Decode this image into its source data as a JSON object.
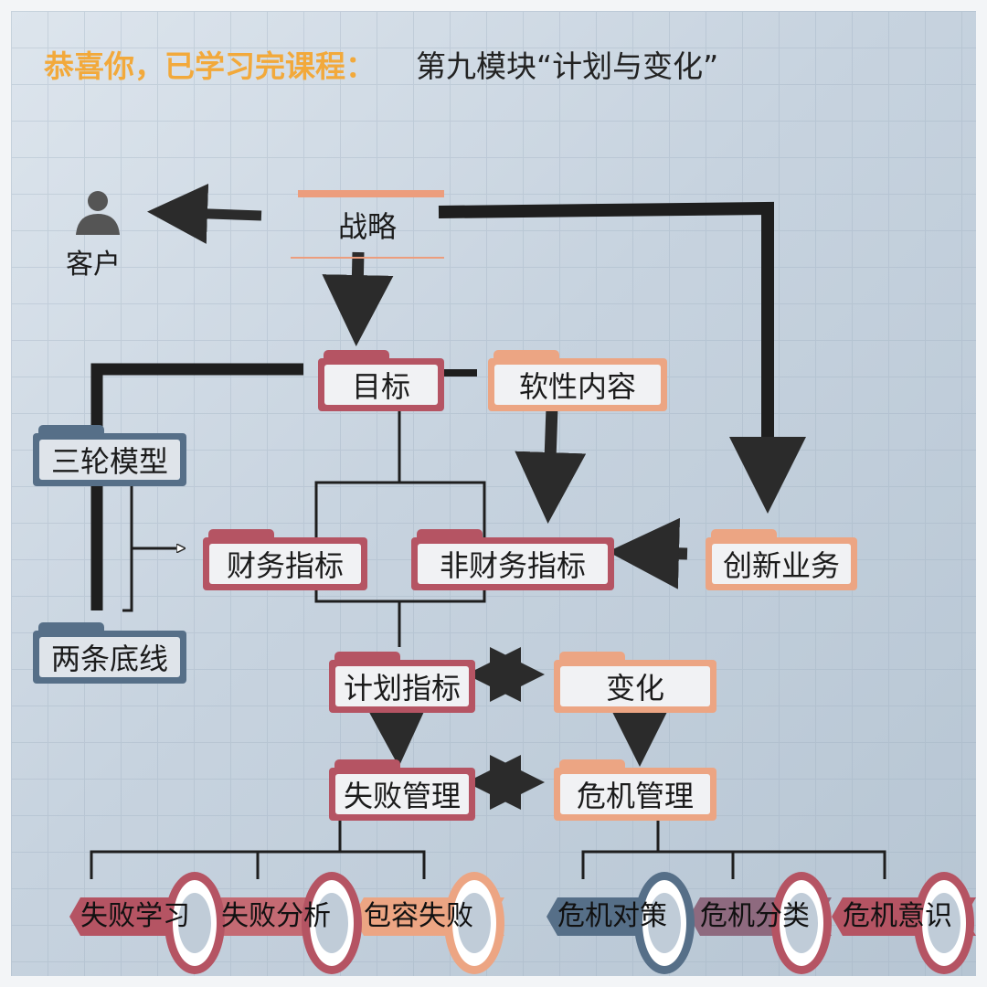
{
  "header": {
    "prefix": "恭喜你，已学习完课程：",
    "module": "第九模块“计划与变化”"
  },
  "diagram": {
    "customer": {
      "label": "客户",
      "icon": "person-icon"
    },
    "strategy": "战略",
    "goal": "目标",
    "soft_content": "软性内容",
    "three_wheel_model": "三轮模型",
    "two_bottom_lines": "两条底线",
    "financial_indicators": "财务指标",
    "non_financial_indicators": "非财务指标",
    "innovative_business": "创新业务",
    "plan_indicators": "计划指标",
    "change": "变化",
    "failure_management": "失败管理",
    "crisis_management": "危机管理",
    "failure_items": [
      "失败学习",
      "失败分析",
      "包容失败"
    ],
    "crisis_items": [
      "危机对策",
      "危机分类",
      "危机意识"
    ]
  },
  "colors": {
    "header_prefix": "#f2a93b",
    "red_box": "#b55463",
    "orange_box": "#eca583",
    "blue_box": "#566f88",
    "arrow": "#2b2b2b"
  }
}
